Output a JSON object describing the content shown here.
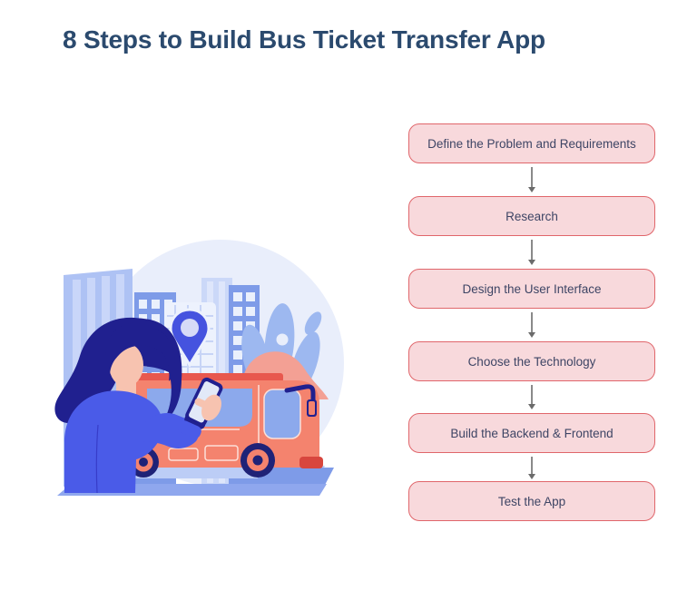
{
  "title": "8 Steps to Build Bus Ticket Transfer App",
  "flowchart": {
    "steps": [
      {
        "label": "Define the Problem and Requirements"
      },
      {
        "label": "Research"
      },
      {
        "label": "Design the User Interface"
      },
      {
        "label": "Choose the Technology"
      },
      {
        "label": "Build the Backend & Frontend"
      },
      {
        "label": "Test the App"
      }
    ]
  },
  "colors": {
    "title_text": "#2B4A6E",
    "step_fill": "#F8D9DC",
    "step_border": "#E0666B",
    "step_text": "#3E4565",
    "arrow": "#6B6B6B",
    "illustration_accent_coral": "#F4836E",
    "illustration_accent_blue": "#4A5BE8",
    "illustration_pin_blue": "#4553DF"
  },
  "illustration": {
    "icons": [
      "location-pin-icon",
      "bus-icon",
      "smartphone-icon",
      "city-buildings-icon",
      "woman-with-phone-icon"
    ]
  }
}
